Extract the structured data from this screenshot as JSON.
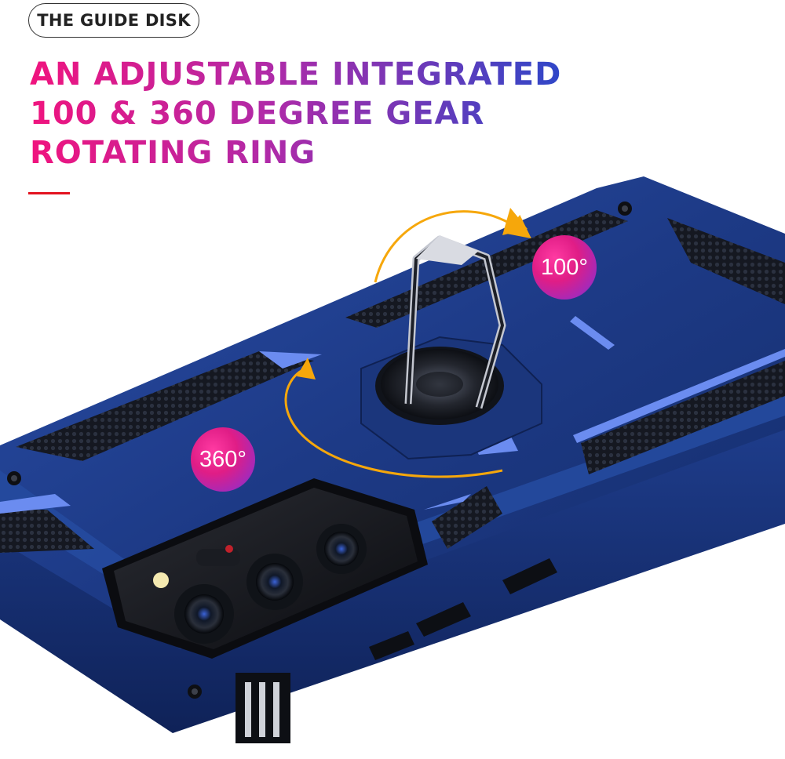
{
  "badge": {
    "label": "THE GUIDE DISK"
  },
  "headline": {
    "lines": [
      "AN ADJUSTABLE INTEGRATED",
      "100 & 360 DEGREE GEAR",
      "ROTATING RING"
    ]
  },
  "labels": {
    "deg_100": "100°",
    "deg_360": "360°"
  },
  "colors": {
    "headline_gradient_start": "#f0147e",
    "headline_gradient_end": "#2f47c8",
    "accent_line": "#e3131f",
    "case_body": "#1f3f8c",
    "case_highlight": "#5d7fe6",
    "arrow": "#f6a70b"
  }
}
